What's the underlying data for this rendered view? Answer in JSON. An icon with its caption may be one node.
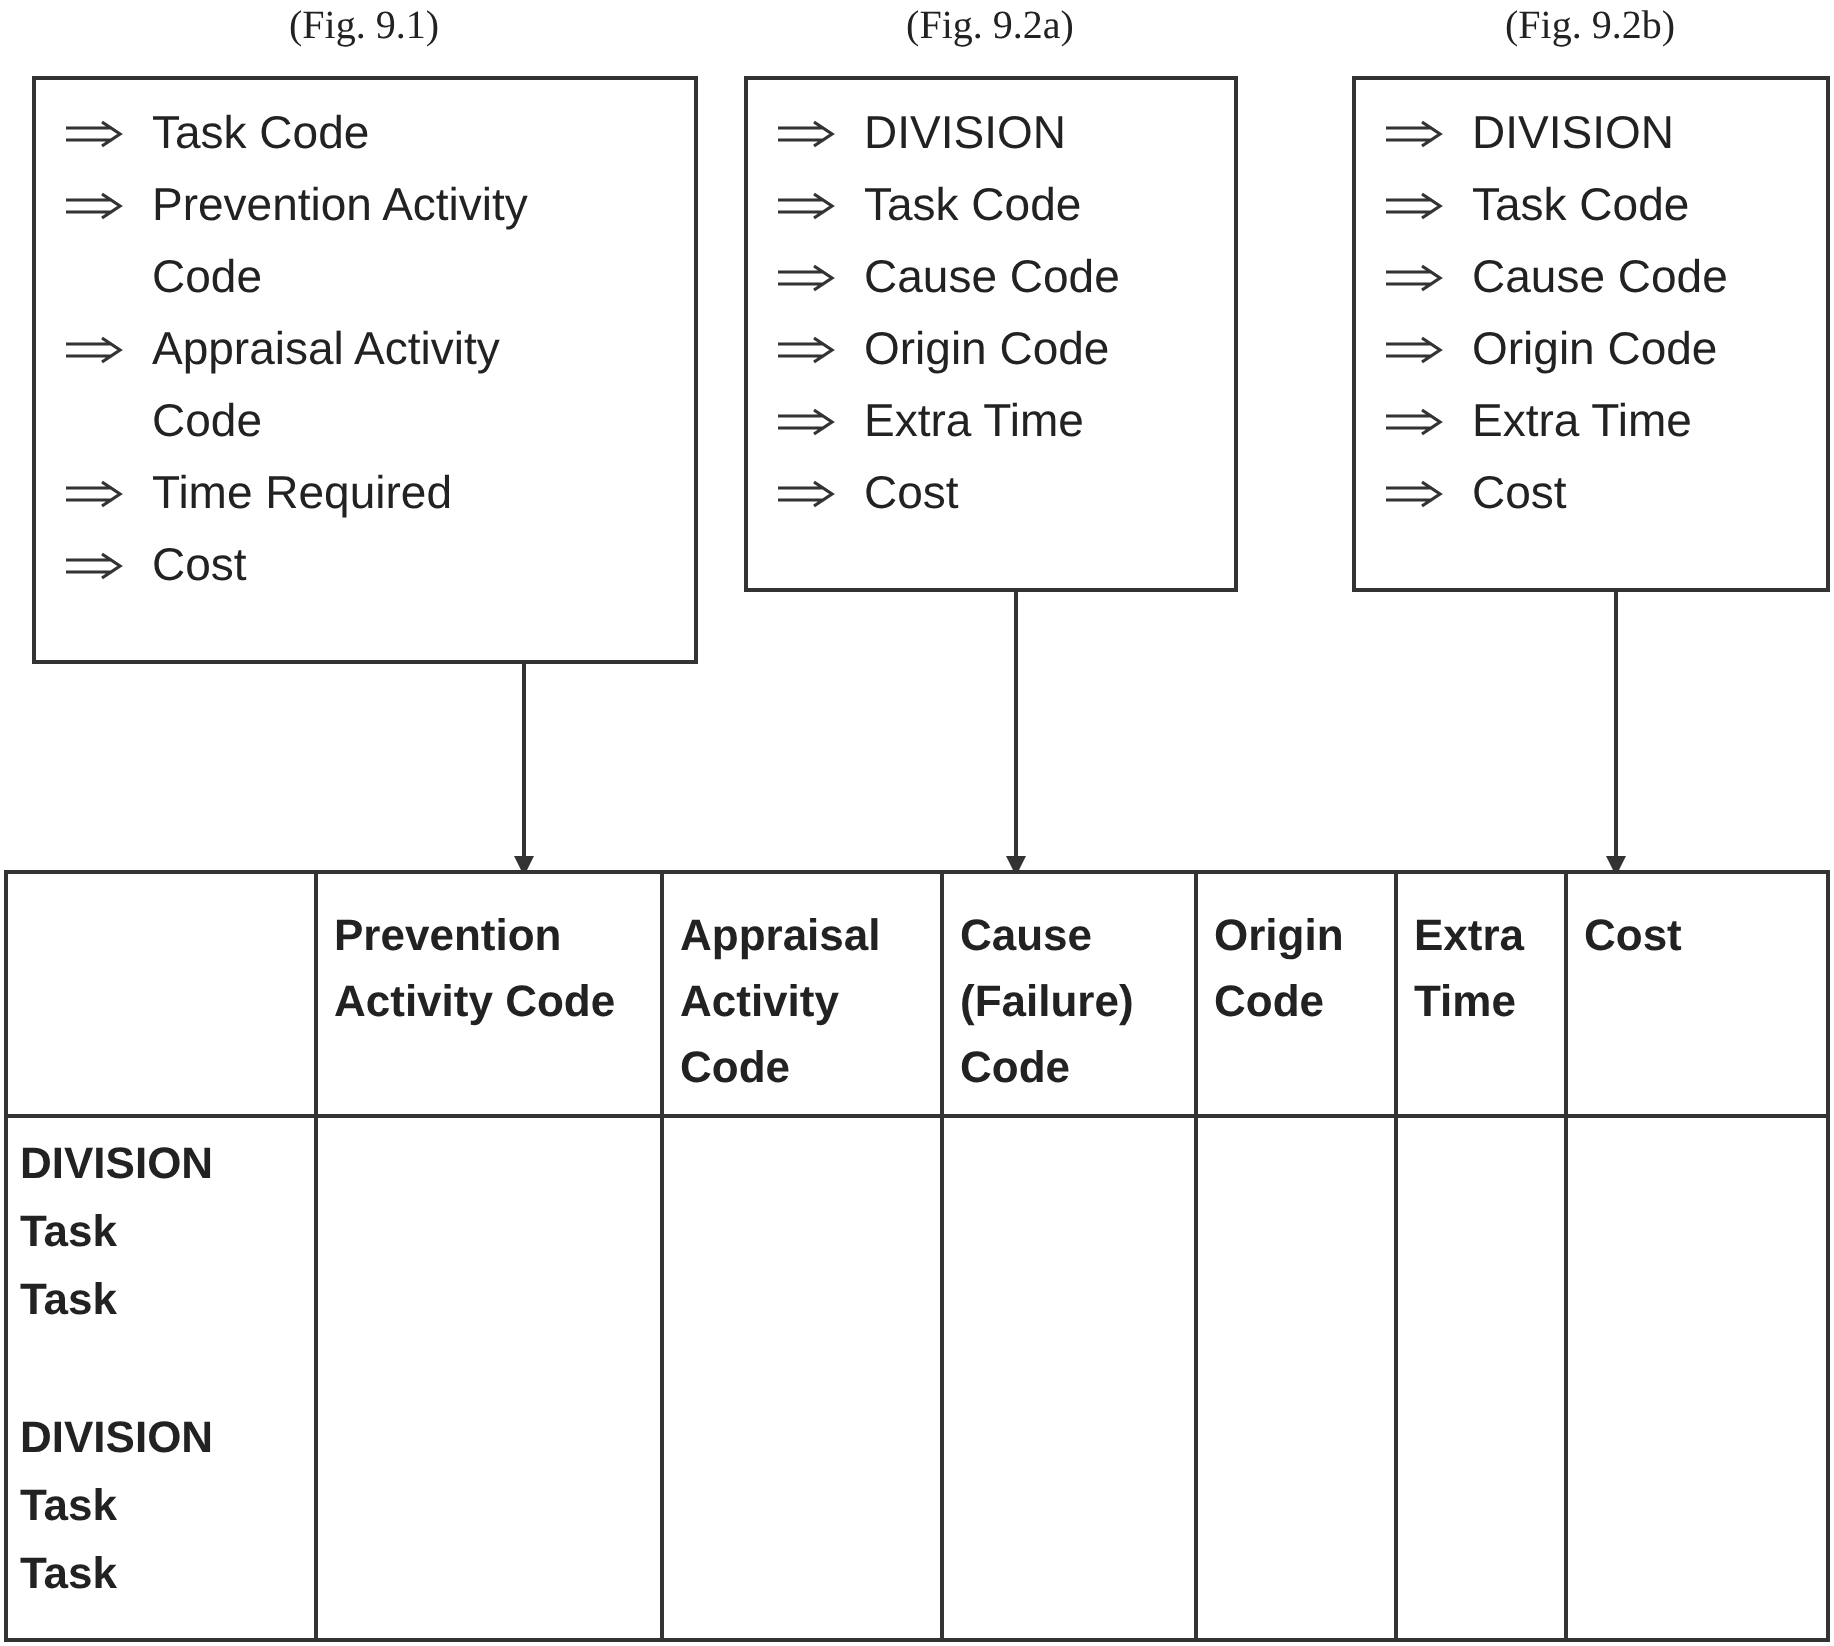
{
  "diagram": {
    "nodes": [
      {
        "text": [
          "Task Code",
          "Prevention Activity Code",
          "Appraisal Activity Code",
          "Time Required",
          "Cost"
        ],
        "beside": [
          "(Fig. 9.1)"
        ]
      },
      {
        "text": [
          "DIVISION",
          "Task Code",
          "Cause Code",
          "Origin Code",
          "Extra Time",
          "Cost"
        ],
        "beside": [
          "(Fig. 9.2a)"
        ]
      },
      {
        "text": [
          "DIVISION",
          "Task Code",
          "Cause Code",
          "Origin Code",
          "Extra Time",
          "Cost"
        ],
        "beside": [
          "(Fig. 9.2b)"
        ]
      },
      {
        "text": [],
        "shape": "box"
      },
      {
        "text": [
          "Prevention Activity Code"
        ],
        "in": 3
      },
      {
        "text": [
          "Appraisal Activity Code"
        ],
        "in": 3
      },
      {
        "text": [
          "Cause (Failure) Code"
        ],
        "in": 3
      },
      {
        "text": [
          "Origin Code"
        ],
        "in": 3
      },
      {
        "text": [
          "Extra Time"
        ],
        "in": 3
      },
      {
        "text": [
          "Cost"
        ],
        "in": 3
      }
    ],
    "edges": [
      {
        "from": 0,
        "to": 4,
        "arrow": "to"
      },
      {
        "from": 1,
        "to": 6,
        "arrow": "to"
      },
      {
        "from": 2,
        "to": 9,
        "arrow": "to"
      }
    ],
    "labels": [
      "DIVISION",
      "Task",
      "Task",
      "DIVISION",
      "Task",
      "Task"
    ]
  }
}
